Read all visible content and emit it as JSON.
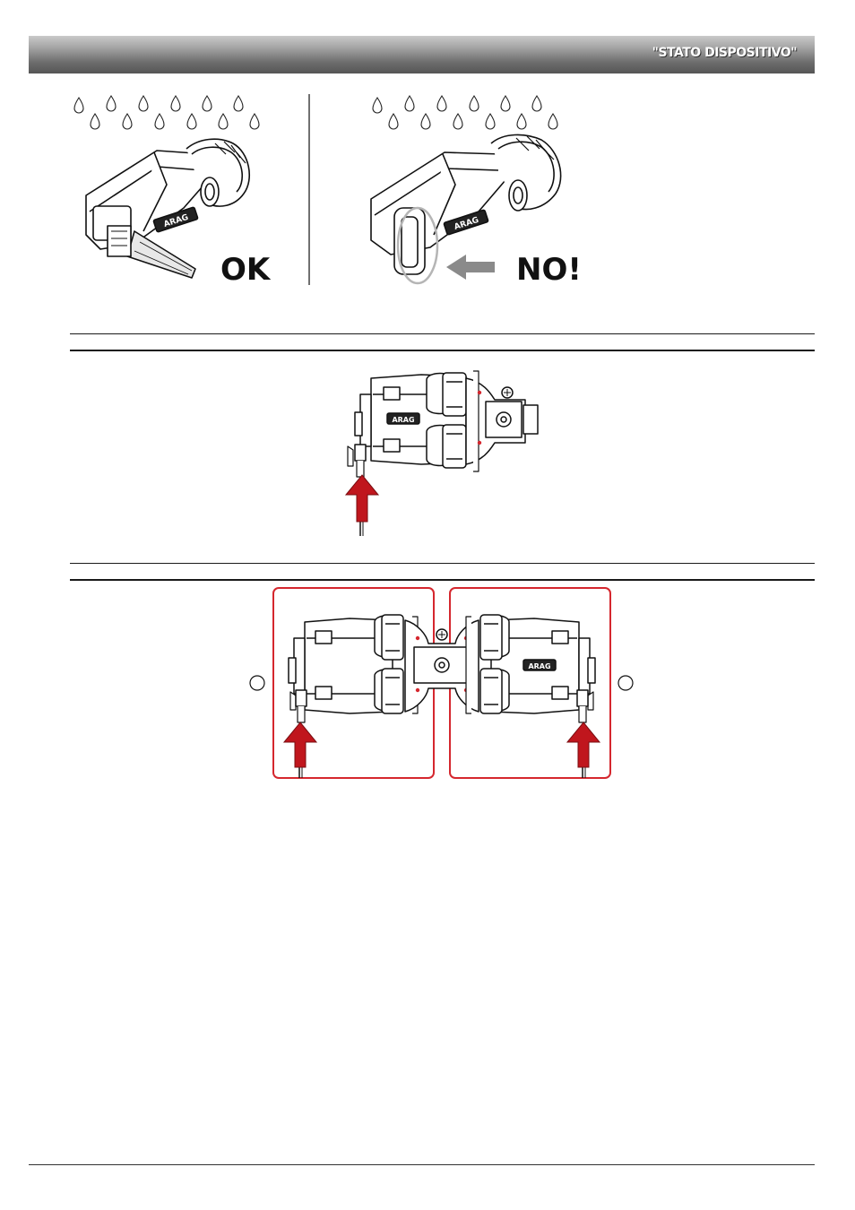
{
  "header": {
    "title": "\"STATO DISPOSITIVO\""
  },
  "figure_top": {
    "ok_label": "OK",
    "no_label": "NO!"
  },
  "device": {
    "brand": "ARAG"
  },
  "colors": {
    "arrow_red": "#c0161d",
    "frame_red": "#d5272e",
    "arrow_gray": "#8a8a8a"
  },
  "icons": [
    "rain-drop-icon",
    "connector-plug-icon",
    "insertion-arrow-icon",
    "circle-marker-icon"
  ]
}
